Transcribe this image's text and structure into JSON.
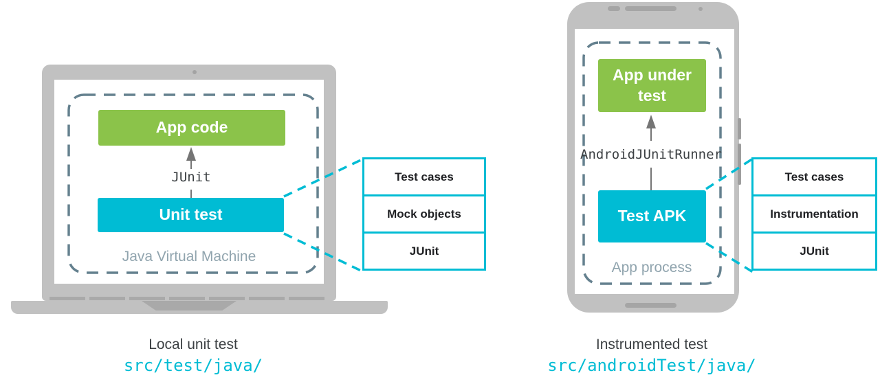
{
  "colors": {
    "green": "#8bc34a",
    "cyan": "#00bcd4",
    "device_gray": "#c1c1c1",
    "dash_gray": "#64808e",
    "env_label_gray": "#90a4ae",
    "text_dark": "#3c4043",
    "arrow_gray": "#757575"
  },
  "left_diagram": {
    "app_box": "App code",
    "runner_label": "JUnit",
    "test_box": "Unit test",
    "environment_label": "Java Virtual Machine",
    "callout": [
      "Test cases",
      "Mock objects",
      "JUnit"
    ],
    "caption_title": "Local unit test",
    "caption_path": "src/test/java/"
  },
  "right_diagram": {
    "app_box": "App under test",
    "runner_label": "AndroidJUnitRunner",
    "test_box": "Test APK",
    "environment_label": "App process",
    "callout": [
      "Test cases",
      "Instrumentation",
      "JUnit"
    ],
    "caption_title": "Instrumented test",
    "caption_path": "src/androidTest/java/"
  }
}
